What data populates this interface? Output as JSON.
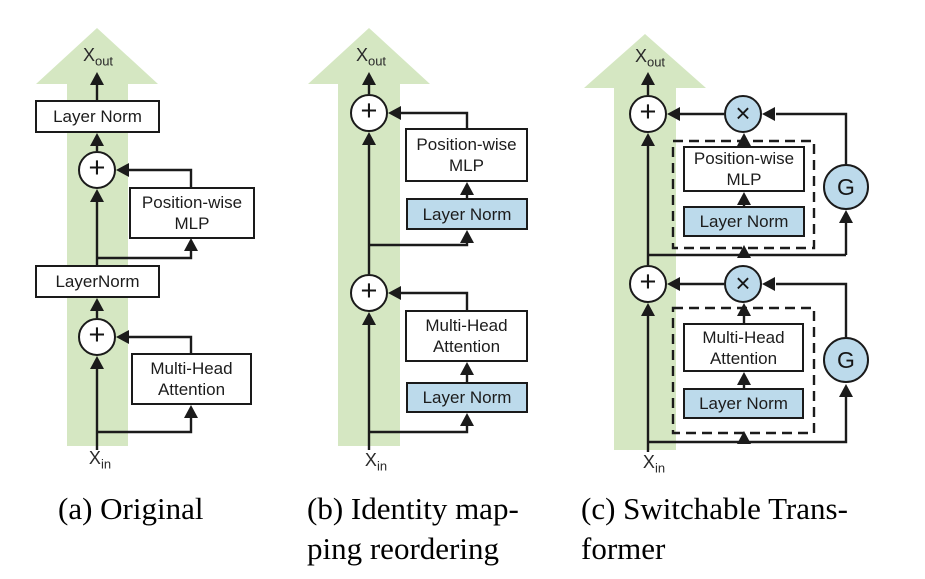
{
  "colors": {
    "flow_green": "#d5e7c2",
    "norm_blue": "#bcdaeb"
  },
  "panels": [
    {
      "caption_line1": "(a) Original",
      "caption_line2": "",
      "x_out_base": "X",
      "x_out_sub": "out",
      "x_in_base": "X",
      "x_in_sub": "in",
      "add_op": "+",
      "boxes": {
        "final_norm": "Layer Norm",
        "mid_norm": "LayerNorm",
        "mlp_line1": "Position-wise",
        "mlp_line2": "MLP",
        "attn_line1": "Multi-Head",
        "attn_line2": "Attention"
      }
    },
    {
      "caption_line1": "(b) Identity map-",
      "caption_line2": "ping reordering",
      "x_out_base": "X",
      "x_out_sub": "out",
      "x_in_base": "X",
      "x_in_sub": "in",
      "add_op": "+",
      "boxes": {
        "mlp_norm": "Layer Norm",
        "attn_norm": "Layer Norm",
        "mlp_line1": "Position-wise",
        "mlp_line2": "MLP",
        "attn_line1": "Multi-Head",
        "attn_line2": "Attention"
      }
    },
    {
      "caption_line1": "(c) Switchable Trans-",
      "caption_line2": "former",
      "x_out_base": "X",
      "x_out_sub": "out",
      "x_in_base": "X",
      "x_in_sub": "in",
      "add_op": "+",
      "mult_op": "×",
      "gate_op": "G",
      "boxes": {
        "mlp_norm": "Layer Norm",
        "attn_norm": "Layer Norm",
        "mlp_line1": "Position-wise",
        "mlp_line2": "MLP",
        "attn_line1": "Multi-Head",
        "attn_line2": "Attention"
      }
    }
  ]
}
